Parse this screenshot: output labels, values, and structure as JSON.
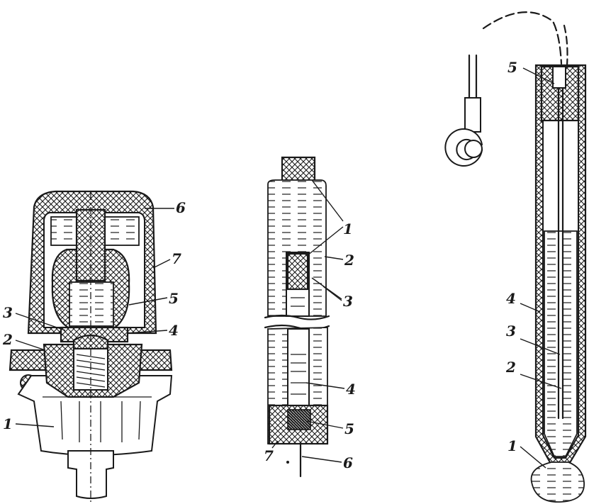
{
  "figure_left": {
    "labels": [
      "1",
      "2",
      "3",
      "4",
      "5",
      "6",
      "7"
    ]
  },
  "figure_middle": {
    "labels": [
      "1",
      "2",
      "3",
      "4",
      "5",
      "6",
      "7"
    ]
  },
  "figure_right": {
    "labels": [
      "1",
      "2",
      "3",
      "4",
      "5"
    ]
  },
  "colors": {
    "ink": "#1a1a1a",
    "paper": "#ffffff"
  }
}
